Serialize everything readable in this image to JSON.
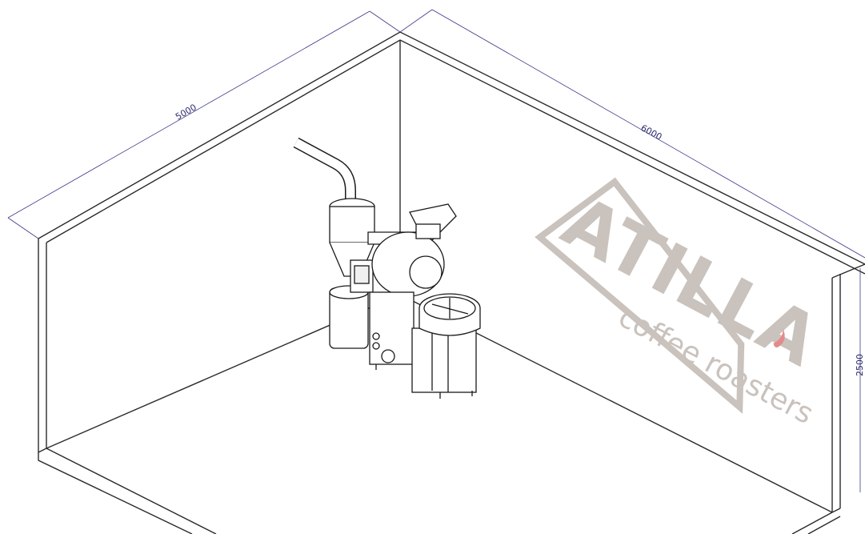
{
  "dimensions": {
    "left_wall_length": "5000",
    "right_wall_length": "6000",
    "wall_height": "2500"
  },
  "watermark": {
    "brand": "ATILLA",
    "tagline": "coffee roasters",
    "color": "#c9c2bd",
    "accent_color": "#e58a8a"
  },
  "colors": {
    "wall_line": "#2a2a2a",
    "dimension_line": "#3b3b8c",
    "machine_line": "#1a1a1a"
  }
}
